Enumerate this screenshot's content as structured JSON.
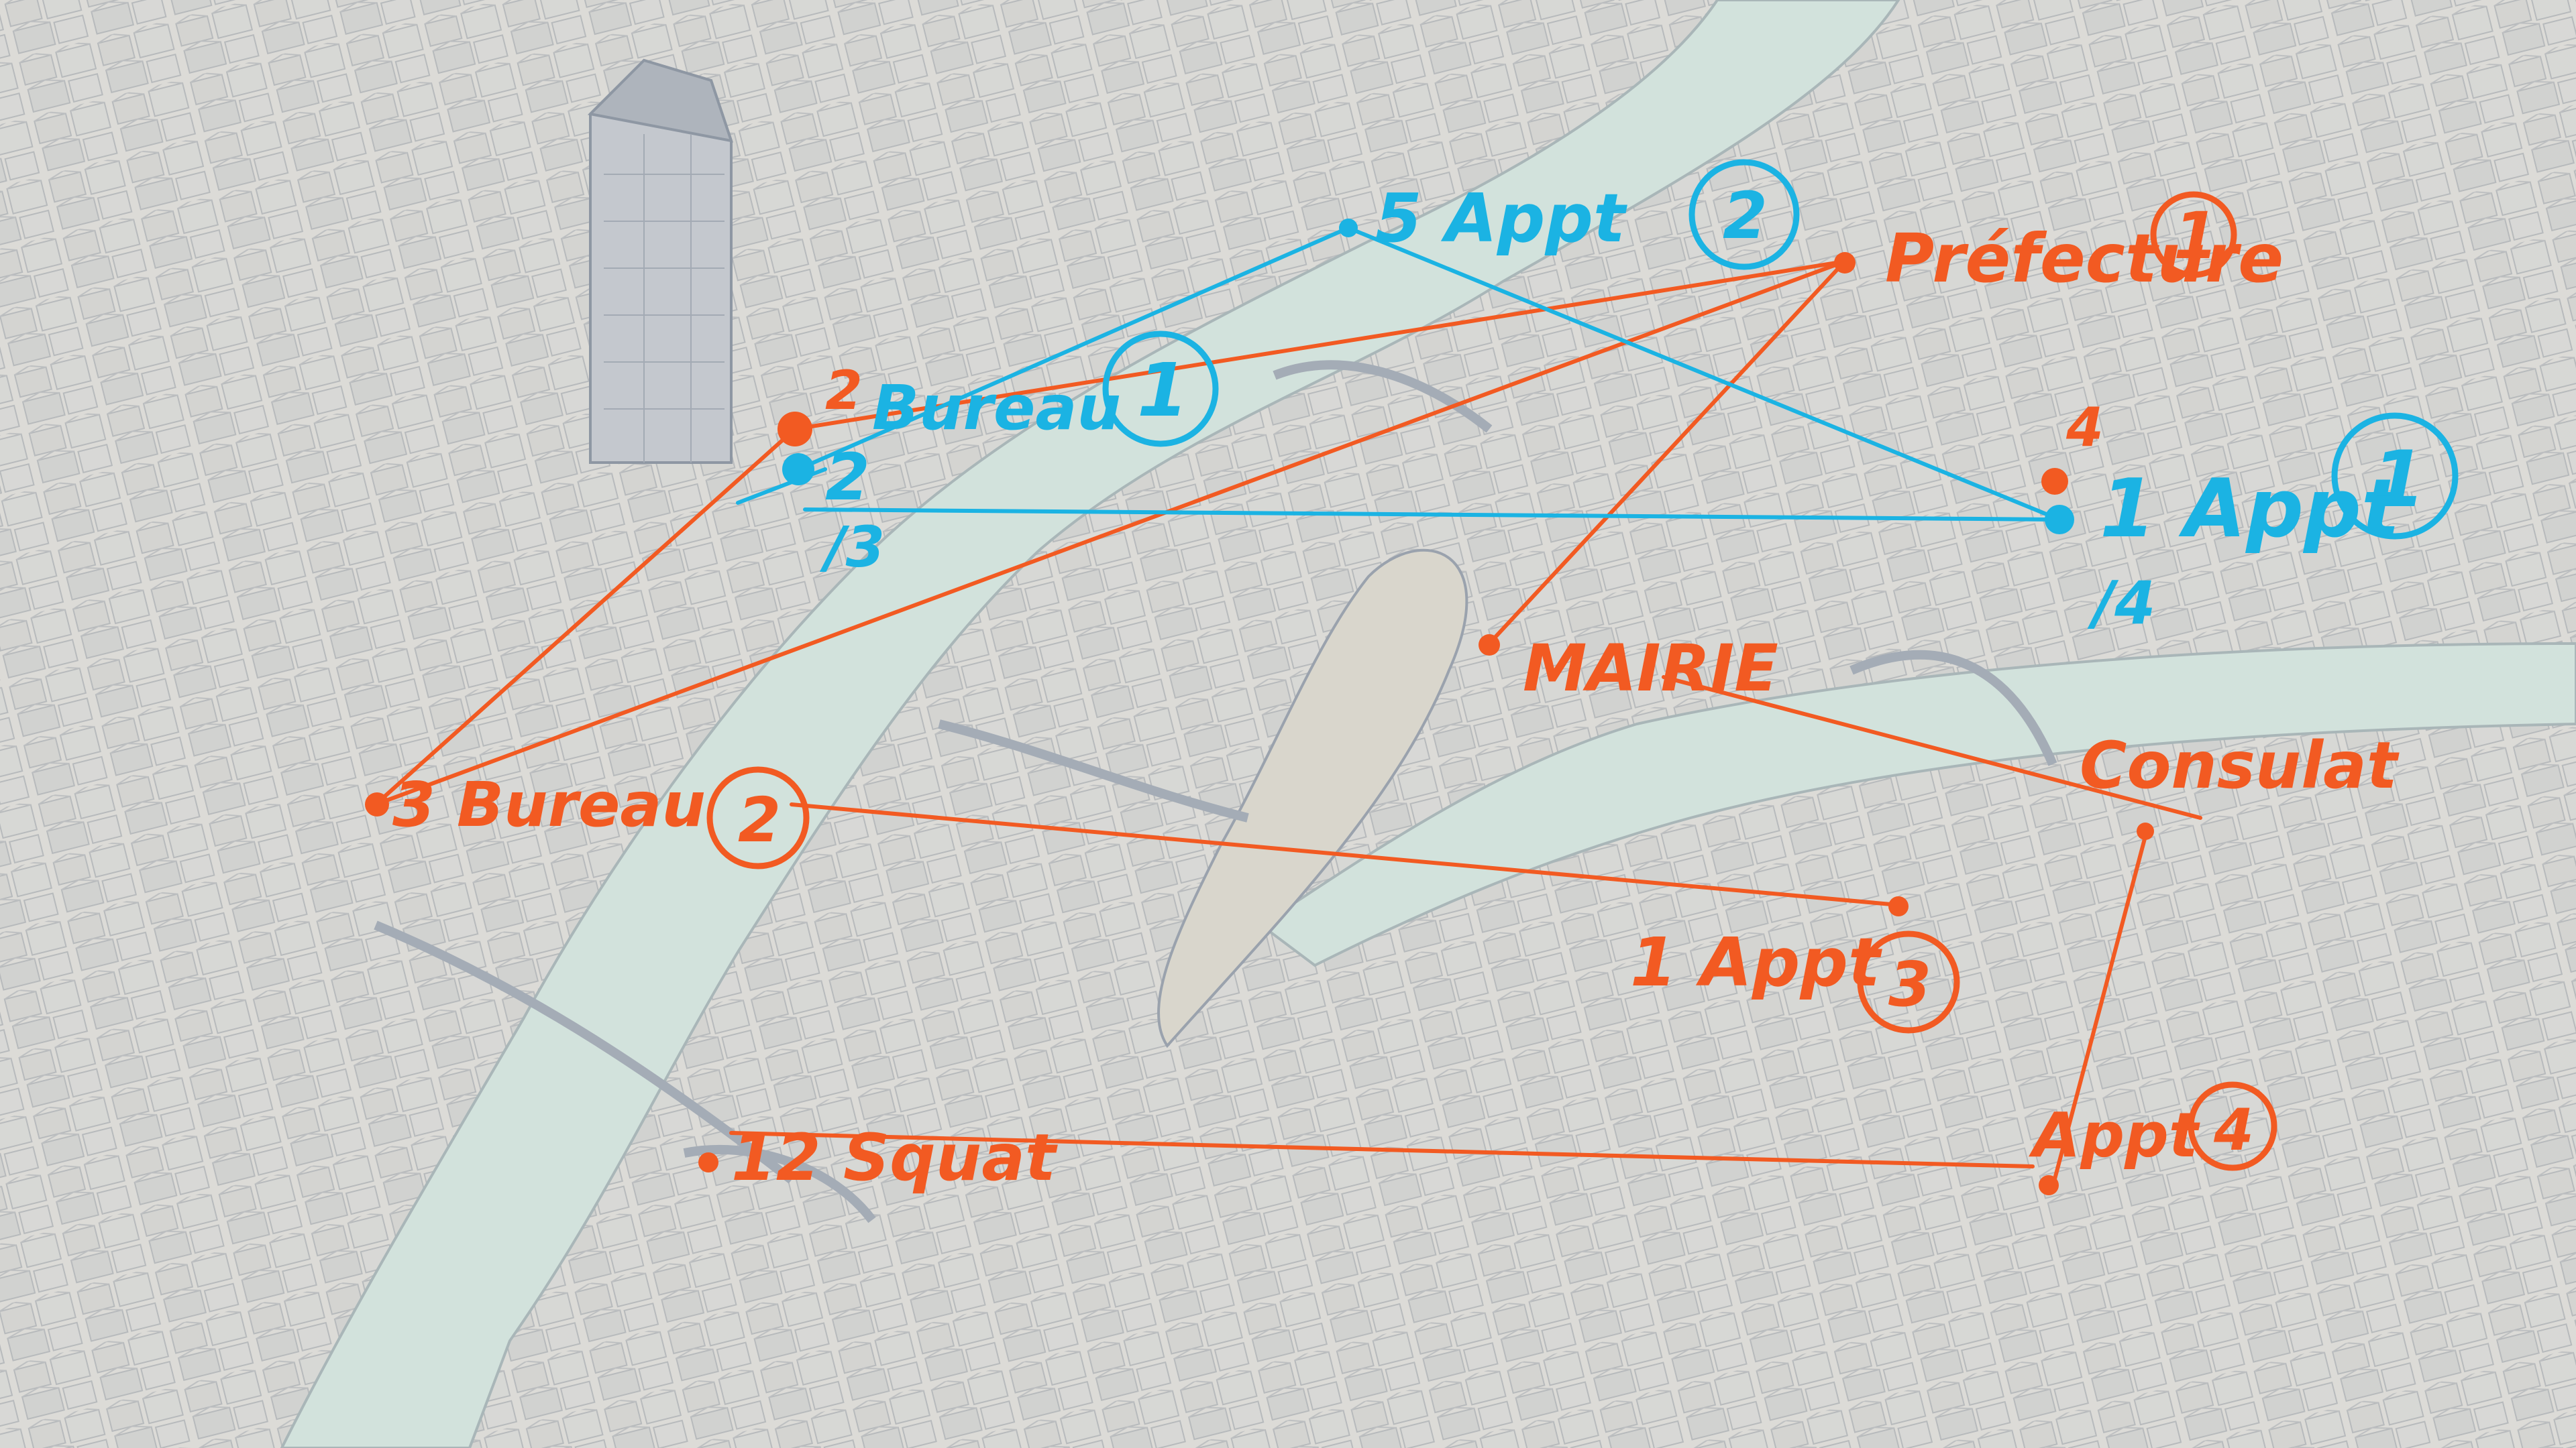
{
  "colors": {
    "paper": "#e6e0d4",
    "building": "#c9ccd0",
    "roof": "#b4b9c0",
    "ink": "#8a93a0",
    "river": "#cfe0dc",
    "orange": "#f25a22",
    "blue": "#1bb3e3"
  },
  "labels": {
    "prefecture": {
      "text": "Préfecture",
      "circle": "1"
    },
    "bureau_blue": {
      "text": "Bureau",
      "circle": "1"
    },
    "appt_5": {
      "text": "5 Appt",
      "circle": "2"
    },
    "appt_1_blue": {
      "text": "1 Appt",
      "circle": "1"
    },
    "mairie": {
      "text": "MAIRIE"
    },
    "consulat": {
      "text": "Consulat"
    },
    "bureau_orange": {
      "text": "3 Bureau",
      "circle": "2"
    },
    "appt_3": {
      "text": "1 Appt",
      "circle": "3"
    },
    "squat": {
      "text": "12 Squat"
    },
    "appt_4": {
      "text": "Appt",
      "circle": "4"
    }
  },
  "numbers": {
    "orange_2": "2",
    "blue_2": "2",
    "blue_slash3": "/3",
    "orange_4": "4",
    "blue_slash4": "/4"
  }
}
